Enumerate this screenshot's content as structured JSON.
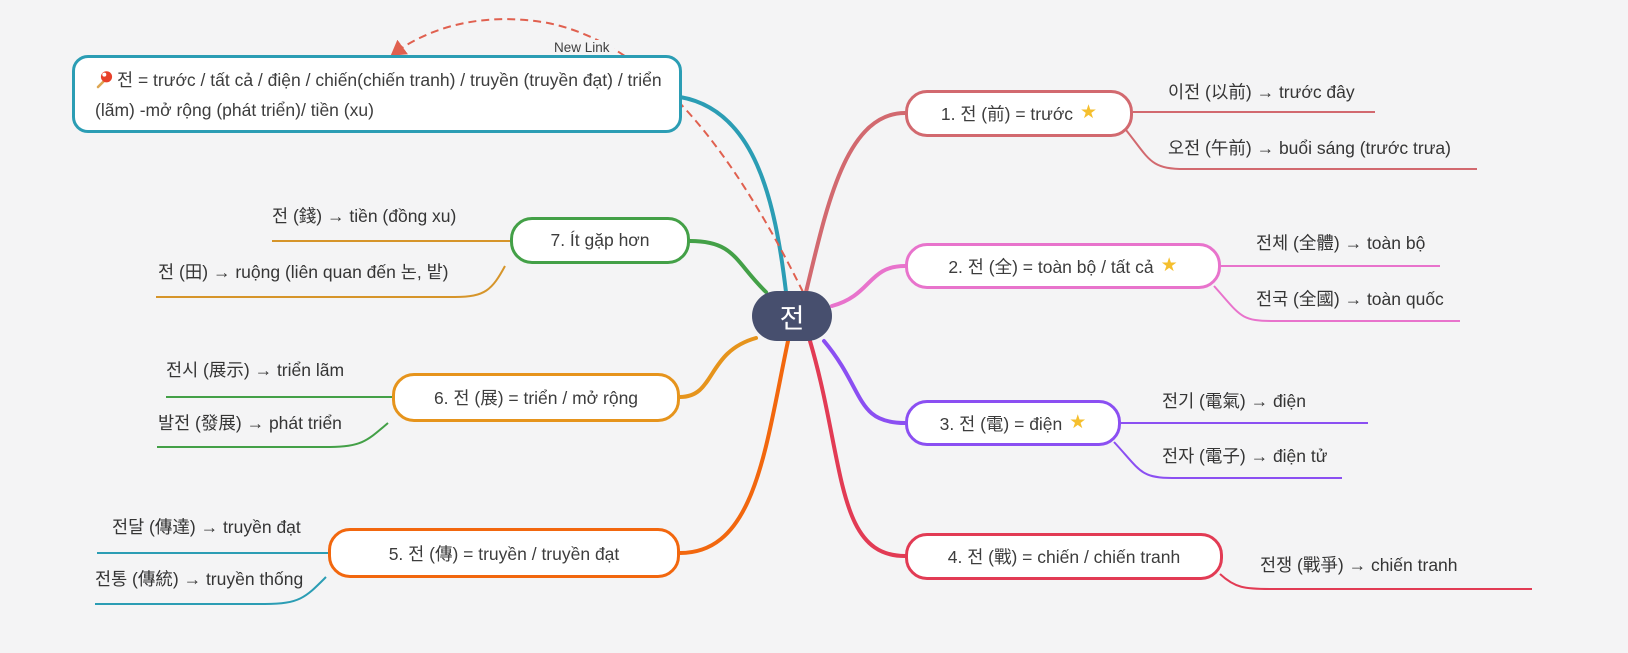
{
  "app": {
    "background": "#f4f4f5"
  },
  "root": {
    "label": "전",
    "bg": "#474f6e",
    "text_color": "#ffffff"
  },
  "note": {
    "icon": "pushpin-icon",
    "text": "전 = trước / tất cả / điện / chiến(chiến tranh) / truyền (truyền đạt) / triển (lãm) -mở rộng (phát triển)/ tiền (xu)",
    "border_color": "#2b9db4"
  },
  "relationship": {
    "label": "New Link",
    "color": "#e0604f"
  },
  "icons": {
    "star": "★"
  },
  "branches": [
    {
      "label": "1. 전 (前) = trước",
      "has_star": true,
      "color": "#d2696f",
      "child_color": "#d2696f",
      "children": [
        "이전 (以前) → trước đây",
        "오전 (午前) → buổi sáng (trước trưa)"
      ]
    },
    {
      "label": "2. 전 (全) = toàn bộ / tất cả",
      "has_star": true,
      "color": "#e873cc",
      "child_color": "#e873cc",
      "children": [
        "전체 (全體) → toàn bộ",
        "전국 (全國) → toàn quốc"
      ]
    },
    {
      "label": "3. 전 (電) = điện",
      "has_star": true,
      "color": "#8b4ff2",
      "child_color": "#8b4ff2",
      "children": [
        "전기 (電氣) → điện",
        "전자 (電子) → điện tử"
      ]
    },
    {
      "label": "4. 전 (戰) = chiến / chiến tranh",
      "has_star": false,
      "color": "#e23b54",
      "child_color": "#e23b54",
      "children": [
        "전쟁 (戰爭) → chiến tranh"
      ]
    },
    {
      "label": "5. 전 (傳) = truyền / truyền đạt",
      "has_star": false,
      "color": "#f2670e",
      "child_color": "#2b9db4",
      "children": [
        "전달 (傳達) → truyền đạt",
        "전통 (傳統) → truyền thống"
      ]
    },
    {
      "label": "6. 전 (展) = triển / mở rộng",
      "has_star": false,
      "color": "#e6941c",
      "child_color": "#43a047",
      "children": [
        "전시 (展示) → triển lãm",
        "발전 (發展) → phát triển"
      ]
    },
    {
      "label": "7. Ít gặp hơn",
      "has_star": false,
      "color": "#43a047",
      "child_color": "#d6952a",
      "children": [
        "전 (錢) → tiền (đồng xu)",
        "전 (田) → ruộng (liên quan đến 논, 밭)"
      ]
    }
  ]
}
